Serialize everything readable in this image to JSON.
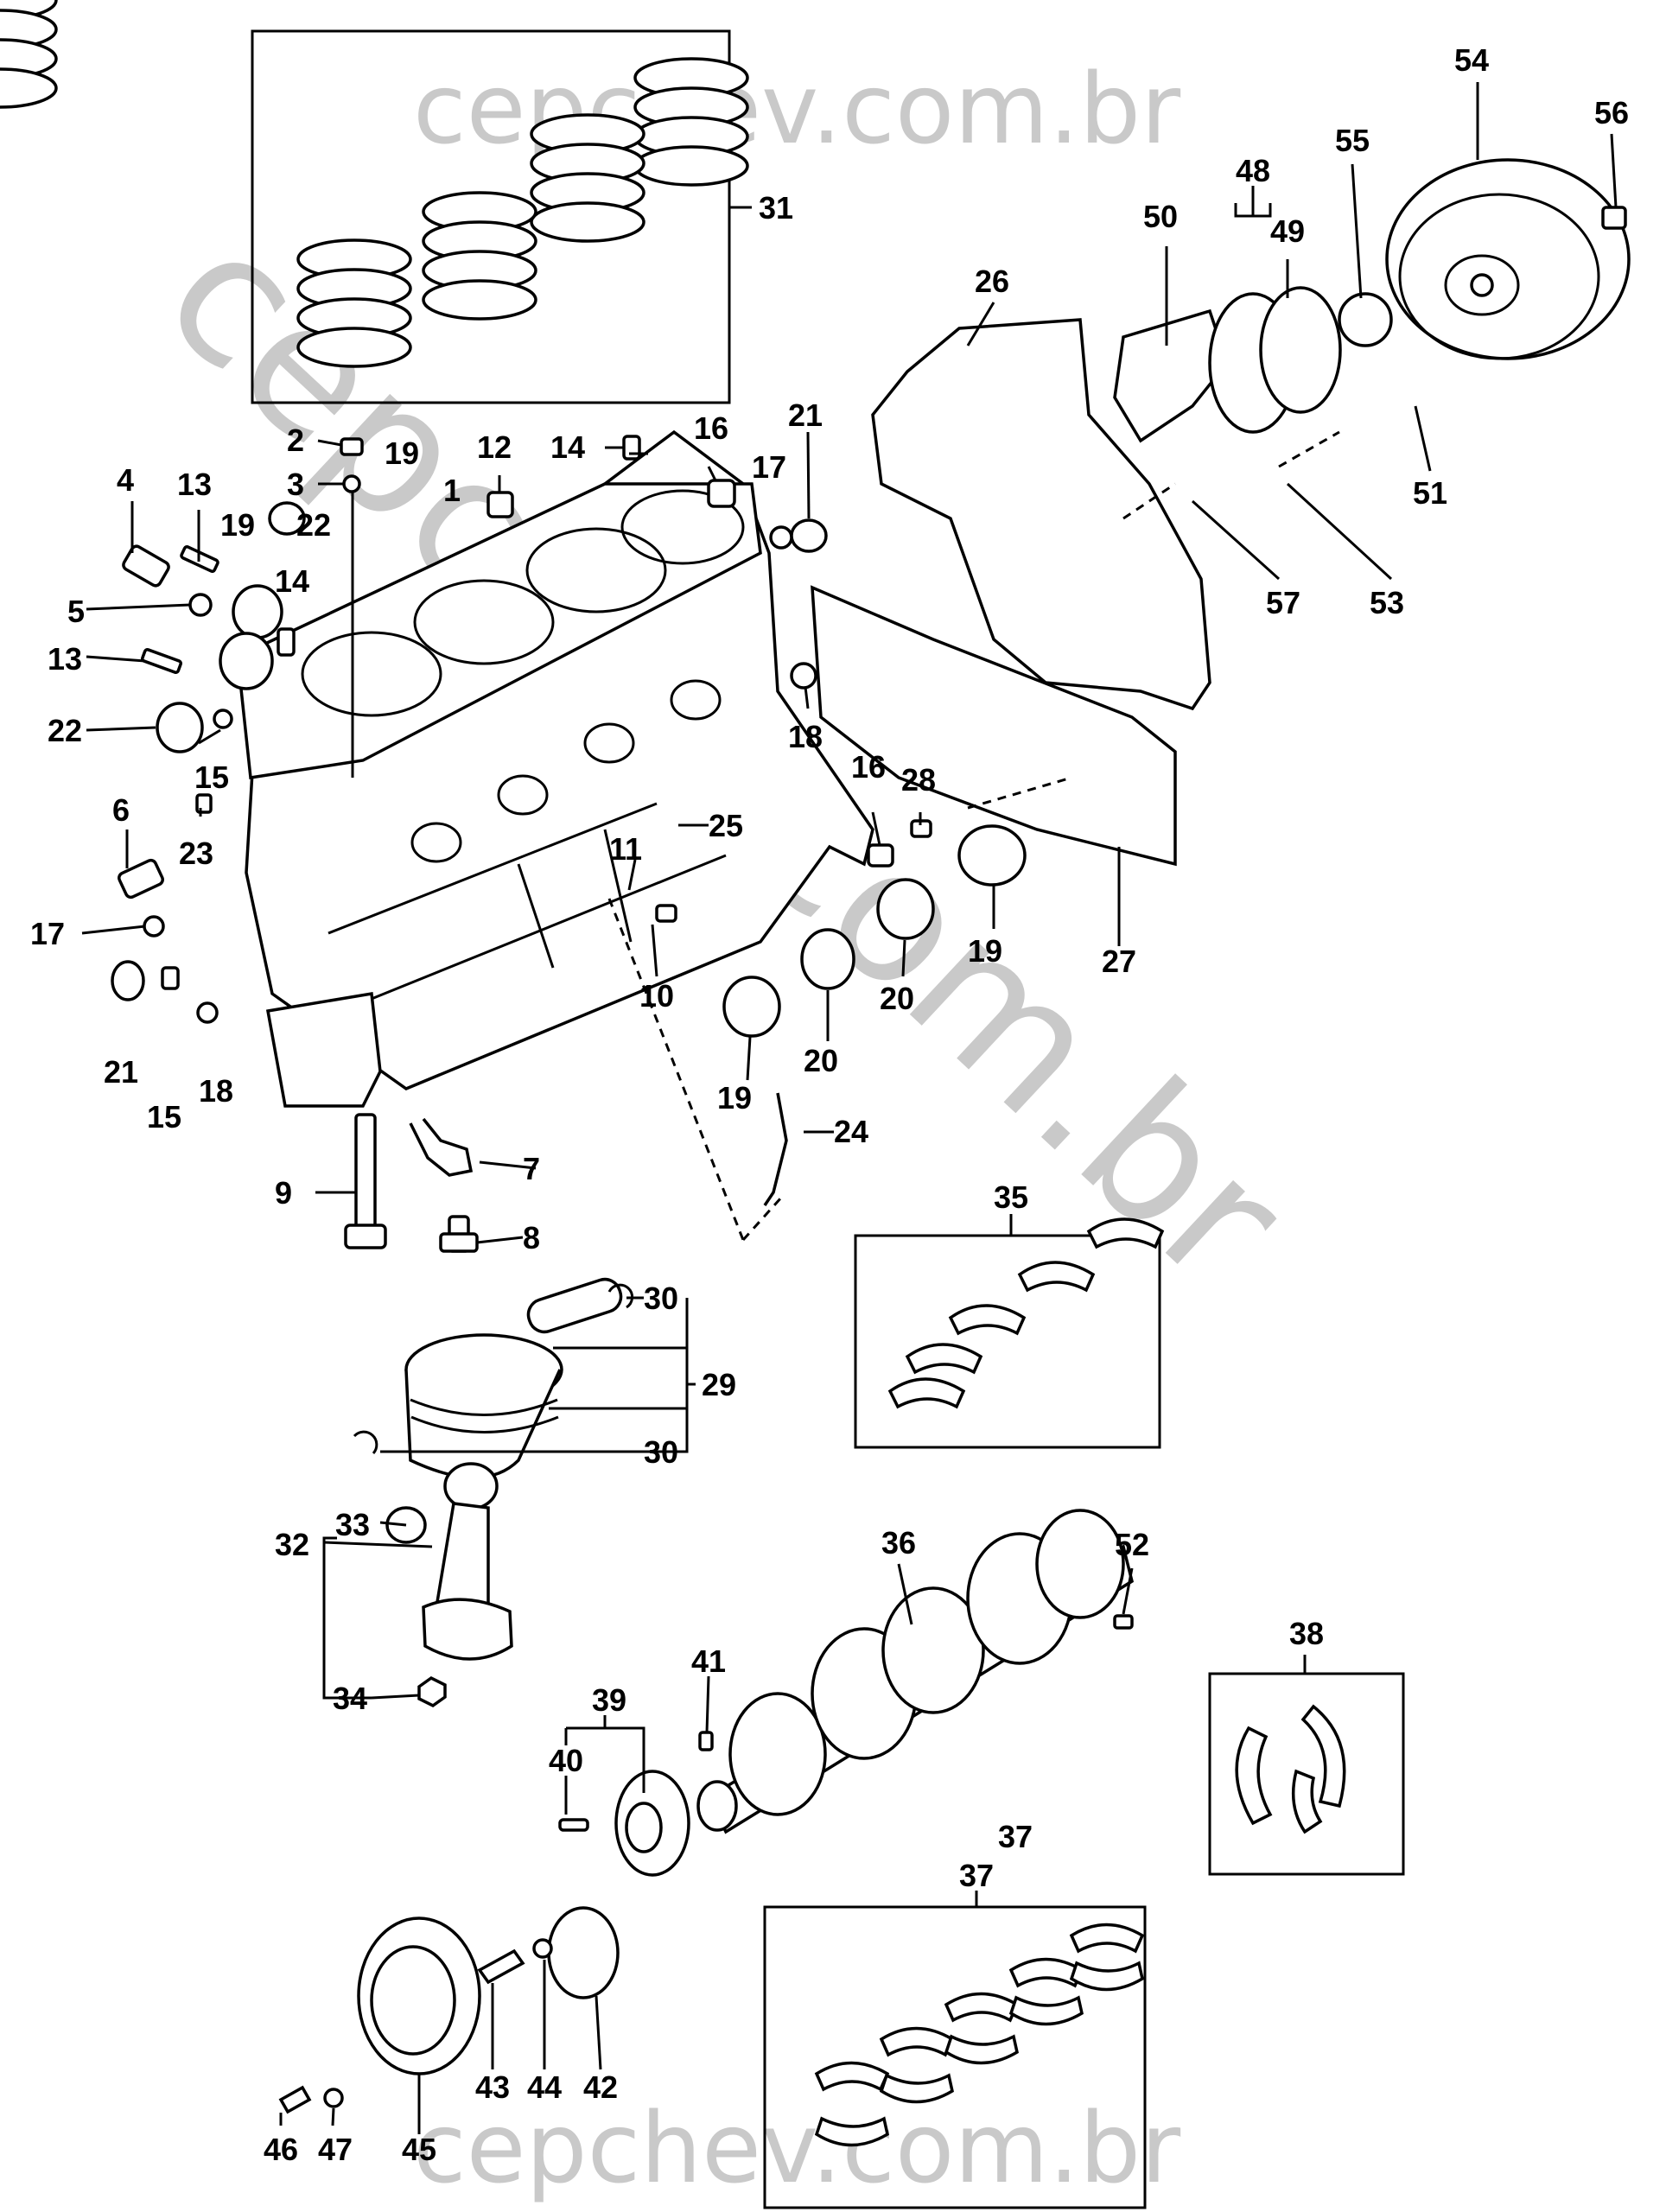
{
  "watermark": {
    "top": "cepchev.com.br",
    "diagonal": "cepchev.com.br",
    "bottom": "cepchev.com.br",
    "color": "#c9c9c9"
  },
  "parts": {
    "p1": "1",
    "p2": "2",
    "p3": "3",
    "p4": "4",
    "p5": "5",
    "p6": "6",
    "p7": "7",
    "p8": "8",
    "p9": "9",
    "p10": "10",
    "p11": "11",
    "p12": "12",
    "p13a": "13",
    "p13b": "13",
    "p14a": "14",
    "p14b": "14",
    "p15a": "15",
    "p15b": "15",
    "p16a": "16",
    "p16b": "16",
    "p17a": "17",
    "p17b": "17",
    "p18a": "18",
    "p18b": "18",
    "p19a": "19",
    "p19b": "19",
    "p19c": "19",
    "p19d": "19",
    "p20a": "20",
    "p20b": "20",
    "p21a": "21",
    "p21b": "21",
    "p22a": "22",
    "p22b": "22",
    "p23": "23",
    "p24": "24",
    "p25": "25",
    "p26": "26",
    "p27": "27",
    "p28": "28",
    "p29": "29",
    "p30a": "30",
    "p30b": "30",
    "p31": "31",
    "p32": "32",
    "p33": "33",
    "p34": "34",
    "p35": "35",
    "p36": "36",
    "p37a": "37",
    "p37b": "37",
    "p38": "38",
    "p39": "39",
    "p40": "40",
    "p41": "41",
    "p42": "42",
    "p43": "43",
    "p44": "44",
    "p45": "45",
    "p46": "46",
    "p47": "47",
    "p48": "48",
    "p49": "49",
    "p50": "50",
    "p51": "51",
    "p52": "52",
    "p53": "53",
    "p54": "54",
    "p55": "55",
    "p56": "56",
    "p57": "57"
  }
}
